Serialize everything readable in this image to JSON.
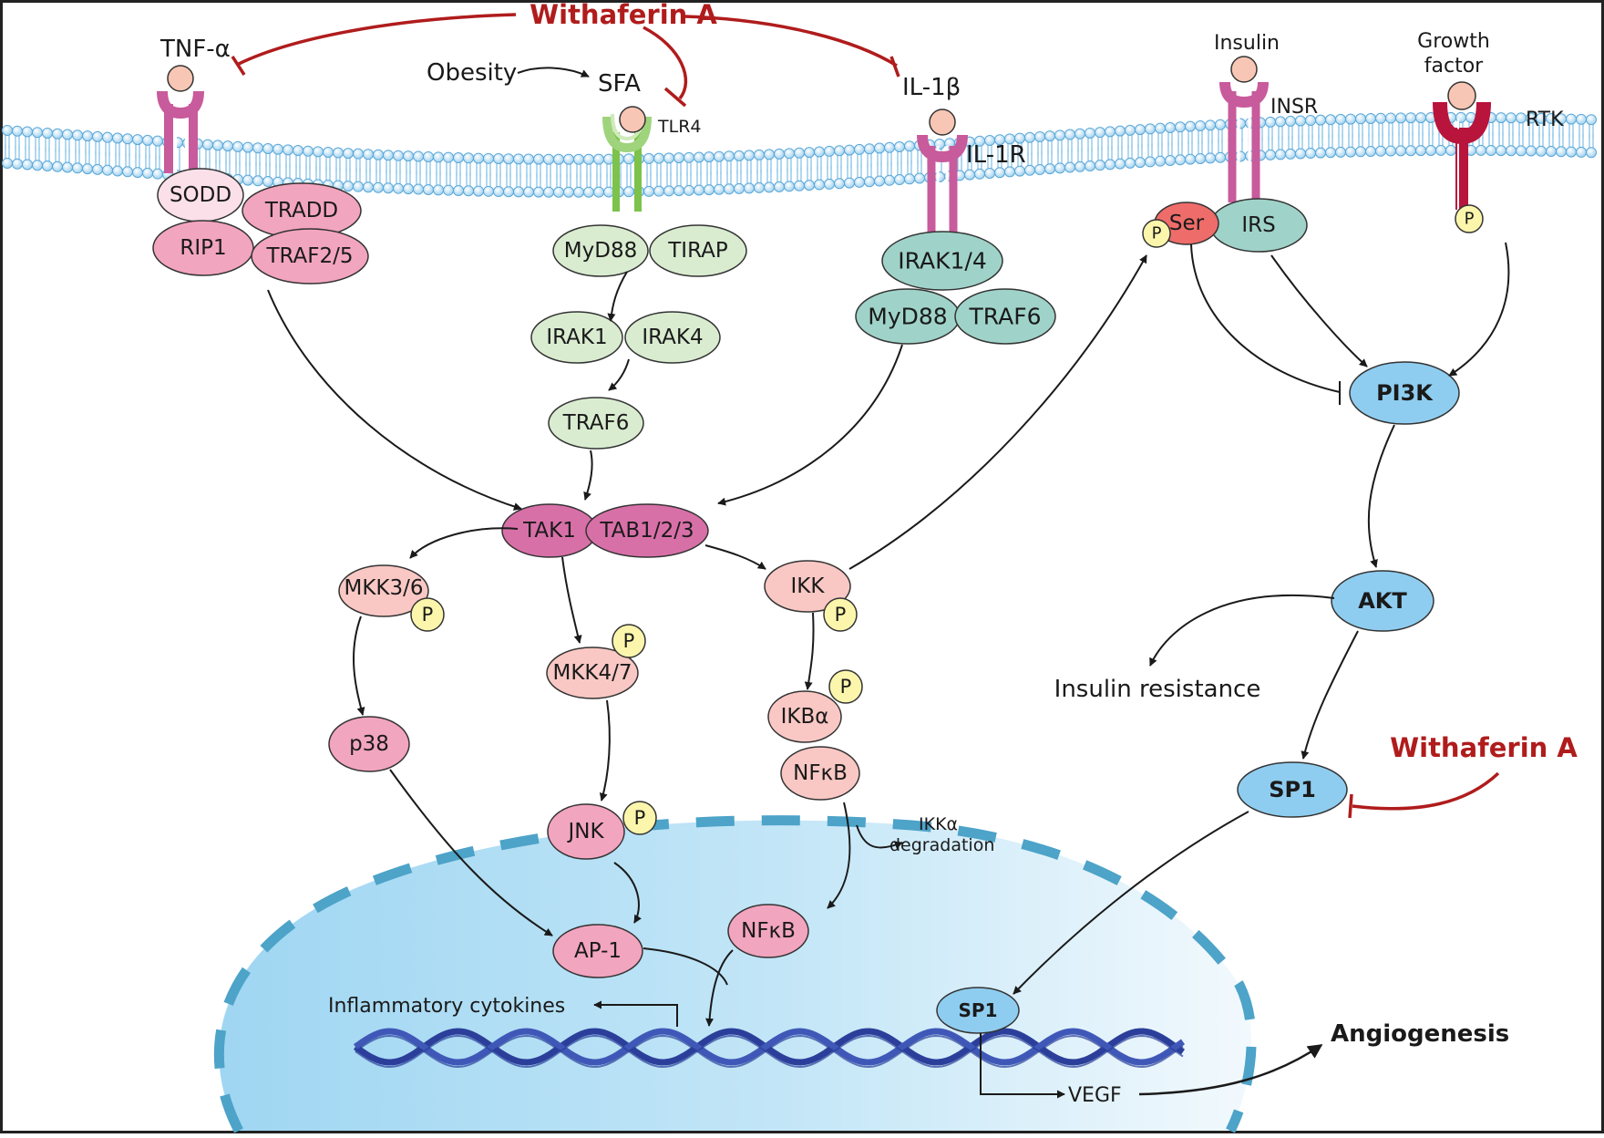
{
  "colors": {
    "inhibitor": "#b01c1c",
    "pink_node": "#f2a5bf",
    "light_pink_node": "#f9c8c4",
    "magenta_node": "#d870a8",
    "green_node": "#d9ecd0",
    "teal_node": "#9fd3c9",
    "blue_node": "#8fcdf0",
    "phospho": "#fbf6ac",
    "ser": "#ee6c6a",
    "membrane": "#8cc8ee",
    "nucleus": "#bfe4f6",
    "dna": "#2b3f9a"
  },
  "labels": {
    "withaferin_top": "Withaferin A",
    "withaferin_right": "Withaferin A",
    "tnf": "TNF-α",
    "obesity": "Obesity",
    "sfa": "SFA",
    "tlr4": "TLR4",
    "il1b": "IL-1β",
    "il1r": "IL-1R",
    "insulin": "Insulin",
    "insr": "INSR",
    "growth_factor_line1": "Growth",
    "growth_factor_line2": "factor",
    "rtk": "RTK",
    "insulin_resistance": "Insulin resistance",
    "ikka_line1": "IKKα",
    "ikka_line2": "degradation",
    "inflammatory": "Inflammatory cytokines",
    "angiogenesis": "Angiogenesis",
    "vegf": "VEGF"
  },
  "nodes": {
    "sodd": "SODD",
    "tradd": "TRADD",
    "rip1": "RIP1",
    "traf25": "TRAF2/5",
    "myd88_a": "MyD88",
    "tirap": "TIRAP",
    "irak1": "IRAK1",
    "irak4": "IRAK4",
    "traf6_a": "TRAF6",
    "irak14": "IRAK1/4",
    "myd88_b": "MyD88",
    "traf6_b": "TRAF6",
    "ser": "Ser",
    "irs": "IRS",
    "pi3k": "PI3K",
    "akt": "AKT",
    "sp1": "SP1",
    "sp1_nuc": "SP1",
    "tak1": "TAK1",
    "tab123": "TAB1/2/3",
    "mkk36": "MKK3/6",
    "mkk47": "MKK4/7",
    "ikk": "IKK",
    "p38": "p38",
    "jnk": "JNK",
    "ikba": "IKBα",
    "nfkb": "NFκB",
    "nfkb_nuc": "NFκB",
    "ap1": "AP-1"
  },
  "phospho_label": "P"
}
